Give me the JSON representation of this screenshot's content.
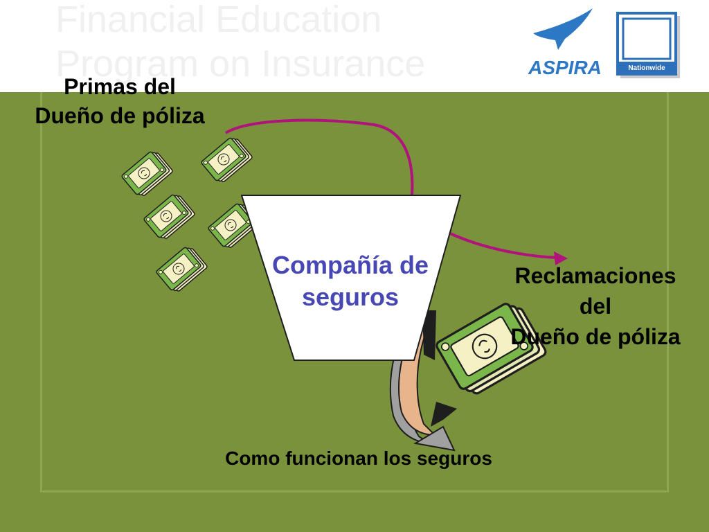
{
  "header": {
    "watermark_line1": "Financial Education",
    "watermark_line2": "Program on Insurance",
    "logos": [
      {
        "name": "ASPIRA",
        "text": "ASPIRA"
      },
      {
        "name": "Nationwide",
        "text": "Nationwide"
      }
    ]
  },
  "diagram": {
    "premiums_label": "Primas del\nDueño de póliza",
    "company_label": "Compañía de\nseguros",
    "claims_label": "Reclamaciones\ndel\nDueño de póliza",
    "caption": "Como funcionan los seguros"
  },
  "colors": {
    "background": "#7a923b",
    "header": "#ffffff",
    "arrow": "#b0147c",
    "company_text": "#4848b4",
    "bill_green": "#7bb64a",
    "bill_cream": "#f6f1c4"
  },
  "icons": [
    "money-stack-icon",
    "circular-arrow-icon",
    "aspira-logo",
    "nationwide-logo"
  ]
}
